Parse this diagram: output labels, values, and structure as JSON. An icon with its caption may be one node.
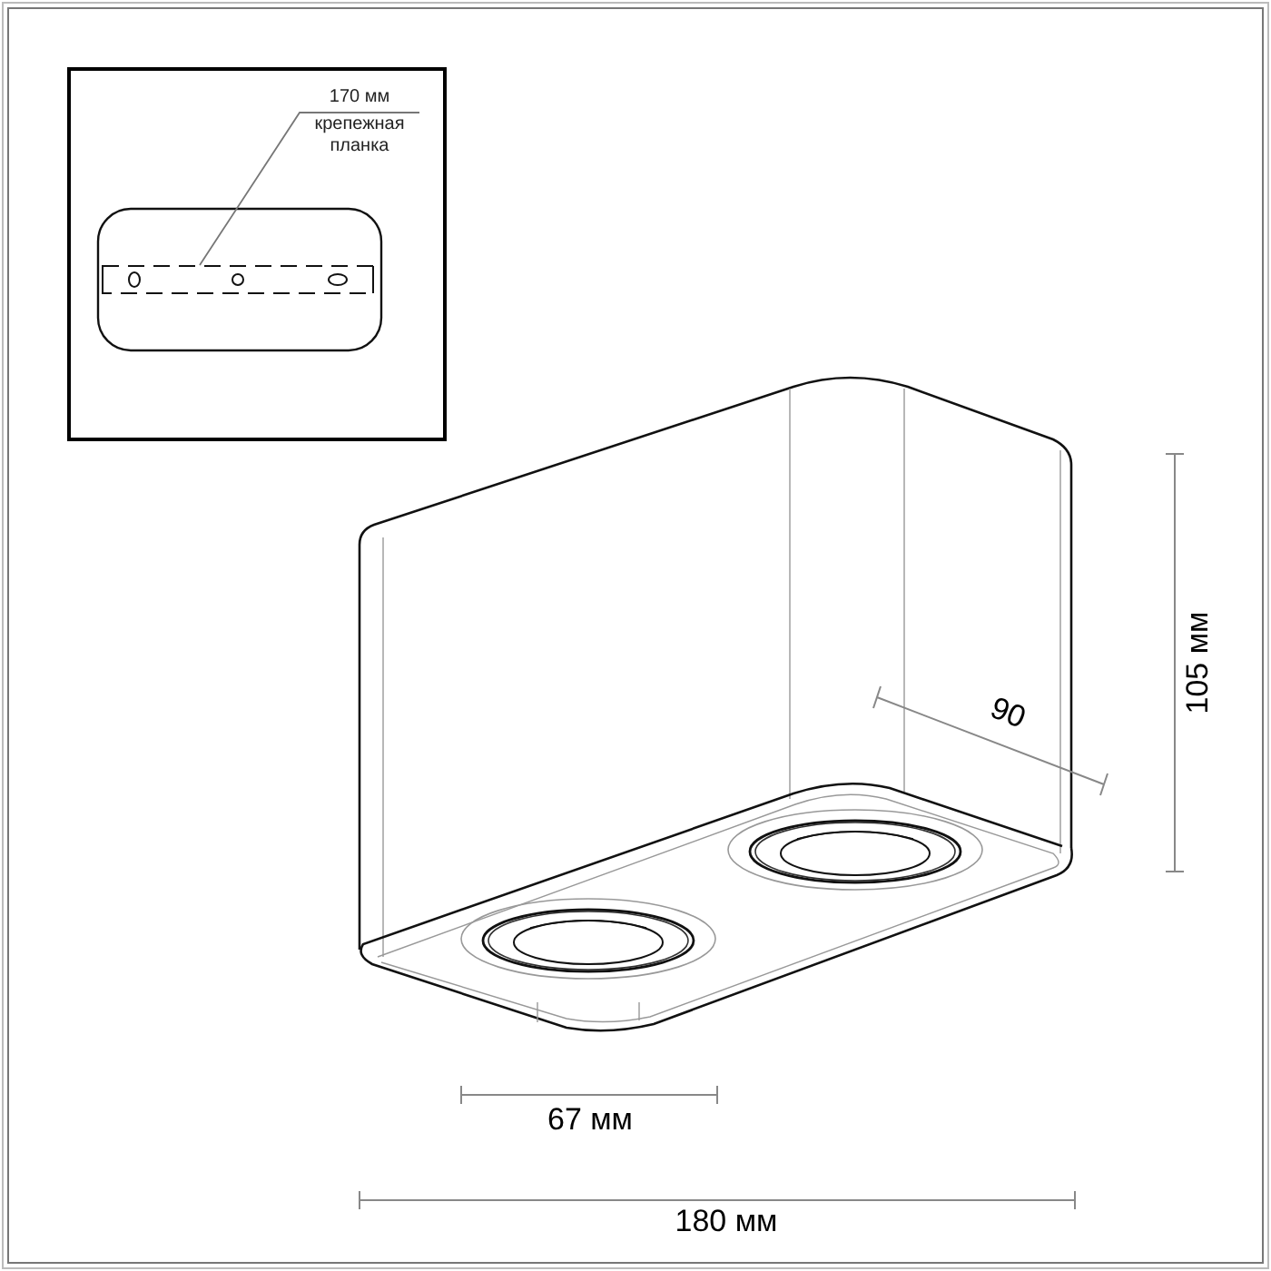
{
  "diagram": {
    "nodes": [
      {
        "text": [
          "170 мм",
          "крепежная планка"
        ]
      },
      {
        "text": [],
        "shape": "bar"
      }
    ],
    "edges": [
      {
        "from": 0,
        "to": 1,
        "arrow": "none"
      }
    ],
    "labels": [
      "90",
      "105 мм",
      "67 мм",
      "180 мм"
    ]
  }
}
